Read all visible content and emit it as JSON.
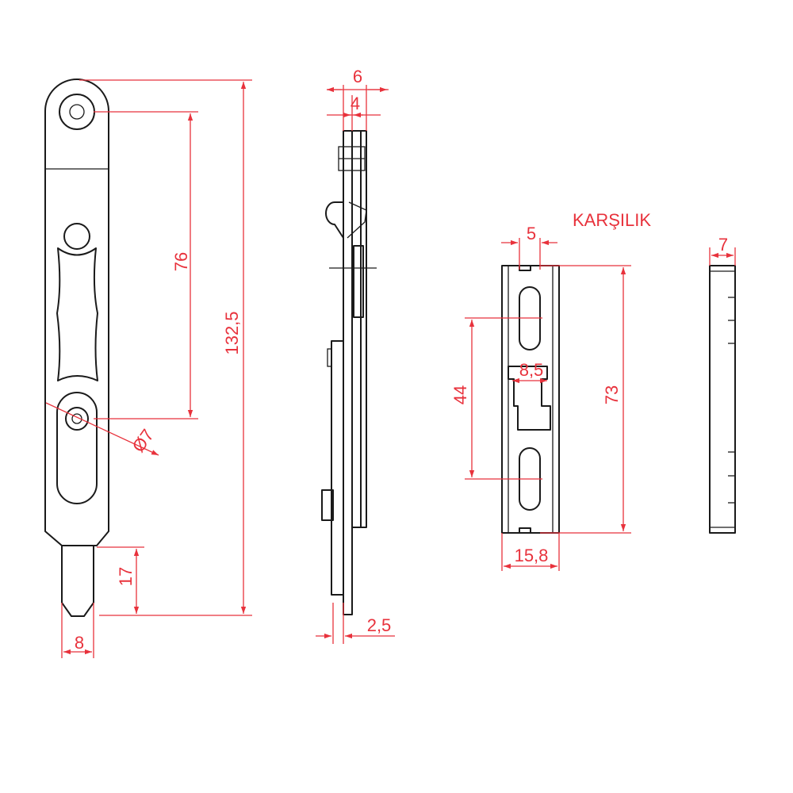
{
  "colors": {
    "dimension": "#e8323c",
    "outline": "#1a1a1a",
    "background": "#ffffff"
  },
  "labels": {
    "karsilik": "KARŞILIK",
    "front_total_length": "132,5",
    "front_hole_spacing": "76",
    "front_hole_diameter": "Ø7",
    "front_pin_length": "17",
    "front_pin_width": "8",
    "side_width_outer": "6",
    "side_width_inner": "4",
    "side_thickness": "2,5",
    "strike_slot_width": "5",
    "strike_slot_spacing": "44",
    "strike_window": "8,5",
    "strike_length": "73",
    "strike_width": "15,8",
    "strike_side_width": "7"
  }
}
